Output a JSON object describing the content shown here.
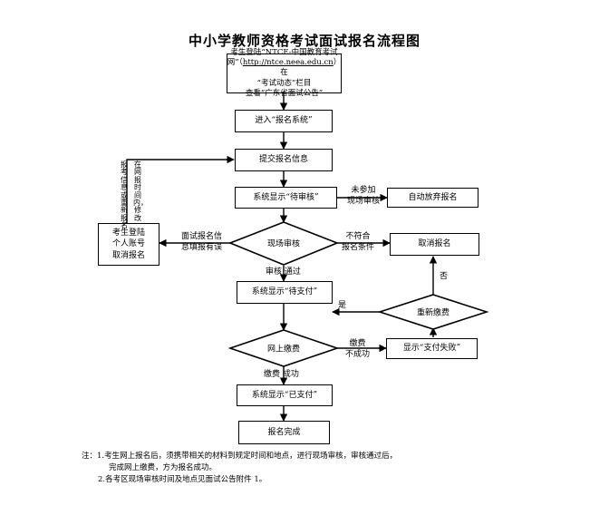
{
  "title": "中小学教师资格考试面试报名流程图",
  "nodes": {
    "start_line1": "考生登陆“NTCE-中国教育考试",
    "start_line2a": "网”（",
    "start_url": "http://ntce.neea.edu.cn",
    "start_line2b": "）在",
    "start_line3": "“考试动态”栏目",
    "start_line4": "查看“广东省面试公告”",
    "enter_system": "进入“报名系统”",
    "submit_info": "提交报名信息",
    "pending_review": "系统显示“待审核”",
    "auto_abandon": "自动放弃报名",
    "onsite_review": "现场审核",
    "cancel_registration": "取消报名",
    "candidate_login_line1": "考生登陆",
    "candidate_login_line2": "个人账号",
    "candidate_login_line3": "取消报名",
    "pending_payment": "系统显示“待支付”",
    "repay": "重新缴费",
    "online_payment": "网上缴费",
    "payment_failed": "显示“支付失败”",
    "paid": "系统显示“已支付”",
    "complete": "报名完成"
  },
  "labels": {
    "not_attend_1": "未参加",
    "not_attend_2": "现场审核",
    "info_error_1": "面试报名信",
    "info_error_2": "息填报有误",
    "not_meet_1": "不符合",
    "not_meet_2": "报名条件",
    "review_passed": "审核 通过",
    "no": "否",
    "yes": "是",
    "payment_1": "缴费",
    "payment_2": "不成功",
    "payment_success": "缴费 成功",
    "vertical_modify": "在网报时间内，修改",
    "vertical_info": "报考信息或重新报名"
  },
  "notes": {
    "prefix": "注：",
    "note1_line1": "1.考生网上报名后，须携带相关的材料到规定时间和地点，进行现场审核，审核通过后，",
    "note1_line2": "完成网上缴费，方为报名成功。",
    "note2": "2.各考区现场审核时间及地点见面试公告附件 1。"
  }
}
